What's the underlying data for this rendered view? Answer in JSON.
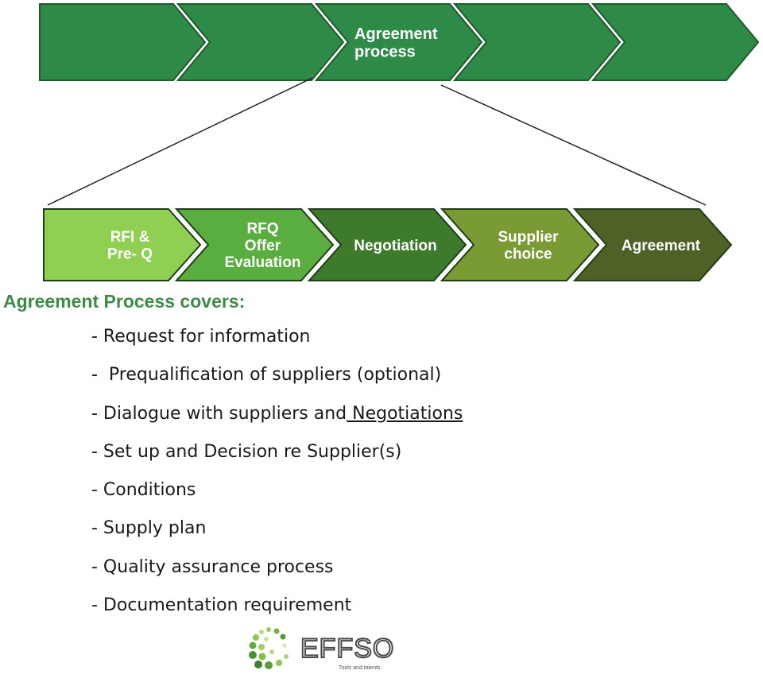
{
  "top_row": {
    "steps": [
      {
        "lines": [
          "",
          ""
        ]
      },
      {
        "lines": [
          "",
          ""
        ]
      },
      {
        "lines": [
          "Agreement",
          "process"
        ]
      },
      {
        "lines": [
          "",
          ""
        ]
      },
      {
        "lines": [
          "",
          ""
        ]
      }
    ]
  },
  "detail_row": {
    "steps": [
      {
        "lines": [
          "RFI &",
          "Pre- Q"
        ],
        "fill": "#8fcf52"
      },
      {
        "lines": [
          "RFQ",
          "Offer",
          "Evaluation"
        ],
        "fill": "#5aad3f"
      },
      {
        "lines": [
          "Negotiation"
        ],
        "fill": "#3d7a2c"
      },
      {
        "lines": [
          "Supplier",
          "choice"
        ],
        "fill": "#7a9a34"
      },
      {
        "lines": [
          "Agreement"
        ],
        "fill": "#4e6227"
      }
    ]
  },
  "heading": "Agreement Process covers:",
  "items": [
    {
      "text": "- Request for information",
      "underlined": ""
    },
    {
      "text": "-  Prequalification of suppliers (optional)",
      "underlined": ""
    },
    {
      "text": "- Dialogue with suppliers and",
      "underlined": " Negotiations"
    },
    {
      "text": "- Set up and Decision re Supplier(s)",
      "underlined": ""
    },
    {
      "text": "- Conditions",
      "underlined": ""
    },
    {
      "text": "- Supply plan",
      "underlined": ""
    },
    {
      "text": "- Quality assurance process",
      "underlined": ""
    },
    {
      "text": "- Documentation requirement",
      "underlined": ""
    }
  ],
  "logo": {
    "name": "EFFSO",
    "tagline": "Tools and talents."
  },
  "colors": {
    "top_fill": "#2e8b47",
    "heading": "#3d8b48"
  }
}
